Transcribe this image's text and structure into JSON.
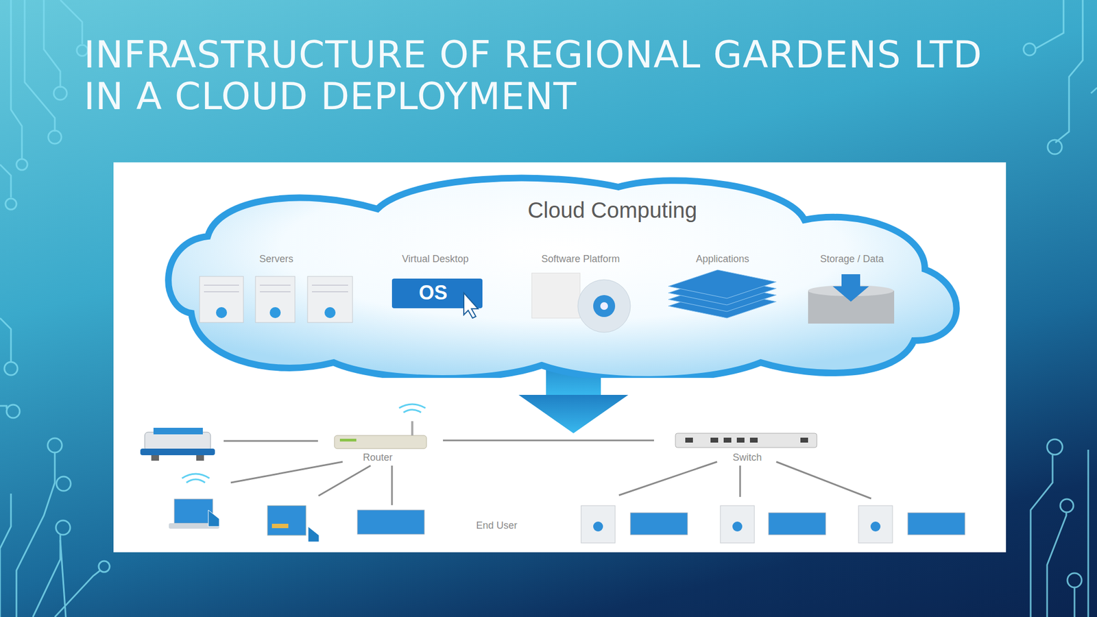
{
  "diagram": {
    "title": "INFRASTRUCTURE OF REGIONAL GARDENS LTD IN A CLOUD DEPLOYMENT",
    "nodes": [
      {
        "text": [
          "Cloud Computing"
        ]
      }
    ],
    "labels": [
      "Servers",
      "Virtual Desktop",
      "Software Platform",
      "Applications",
      "Storage / Data",
      "OS",
      "Router",
      "Switch",
      "End User"
    ]
  }
}
